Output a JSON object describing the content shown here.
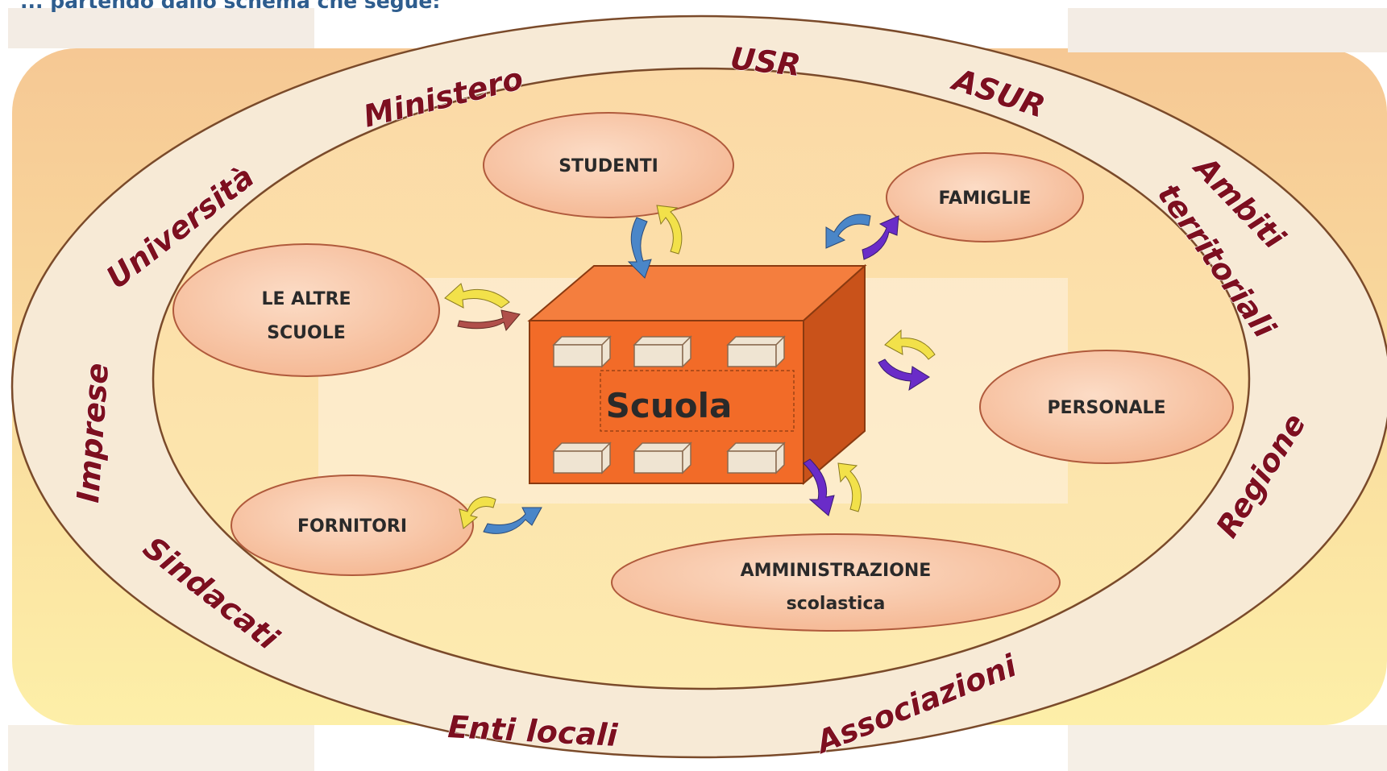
{
  "heading": "... partendo dallo schema che segue:",
  "center": {
    "label": "Scuola"
  },
  "outer_ring": {
    "ministero": "Ministero",
    "usr": "USR",
    "asur": "ASUR",
    "ambiti": "Ambiti",
    "territoriali": "territoriali",
    "regione": "Regione",
    "associazioni": "Associazioni",
    "enti_locali": "Enti locali",
    "sindacati": "Sindacati",
    "imprese": "Imprese",
    "universita": "Università"
  },
  "stakeholders": {
    "studenti": {
      "line1": "STUDENTI"
    },
    "famiglie": {
      "line1": "FAMIGLIE"
    },
    "altre_scuole": {
      "line1": "LE ALTRE",
      "line2": "SCUOLE"
    },
    "personale": {
      "line1": "PERSONALE"
    },
    "fornitori": {
      "line1": "FORNITORI"
    },
    "amministrazione": {
      "line1": "AMMINISTRAZIONE",
      "line2": "scolastica"
    }
  },
  "colors": {
    "ring_fill": "#f8ebd6",
    "inner_fill": "#fbdcb0",
    "node_fill": "#f8c4a4",
    "node_stroke": "#b05a3c",
    "box_front": "#f26b28",
    "box_top": "#f47e3e",
    "box_side": "#c9521a",
    "label_red": "#7d0f1f",
    "arrow_blue": "#4a86c8",
    "arrow_yellow": "#f2e14a",
    "arrow_purple": "#6a2cc8",
    "arrow_red": "#b0504a"
  }
}
